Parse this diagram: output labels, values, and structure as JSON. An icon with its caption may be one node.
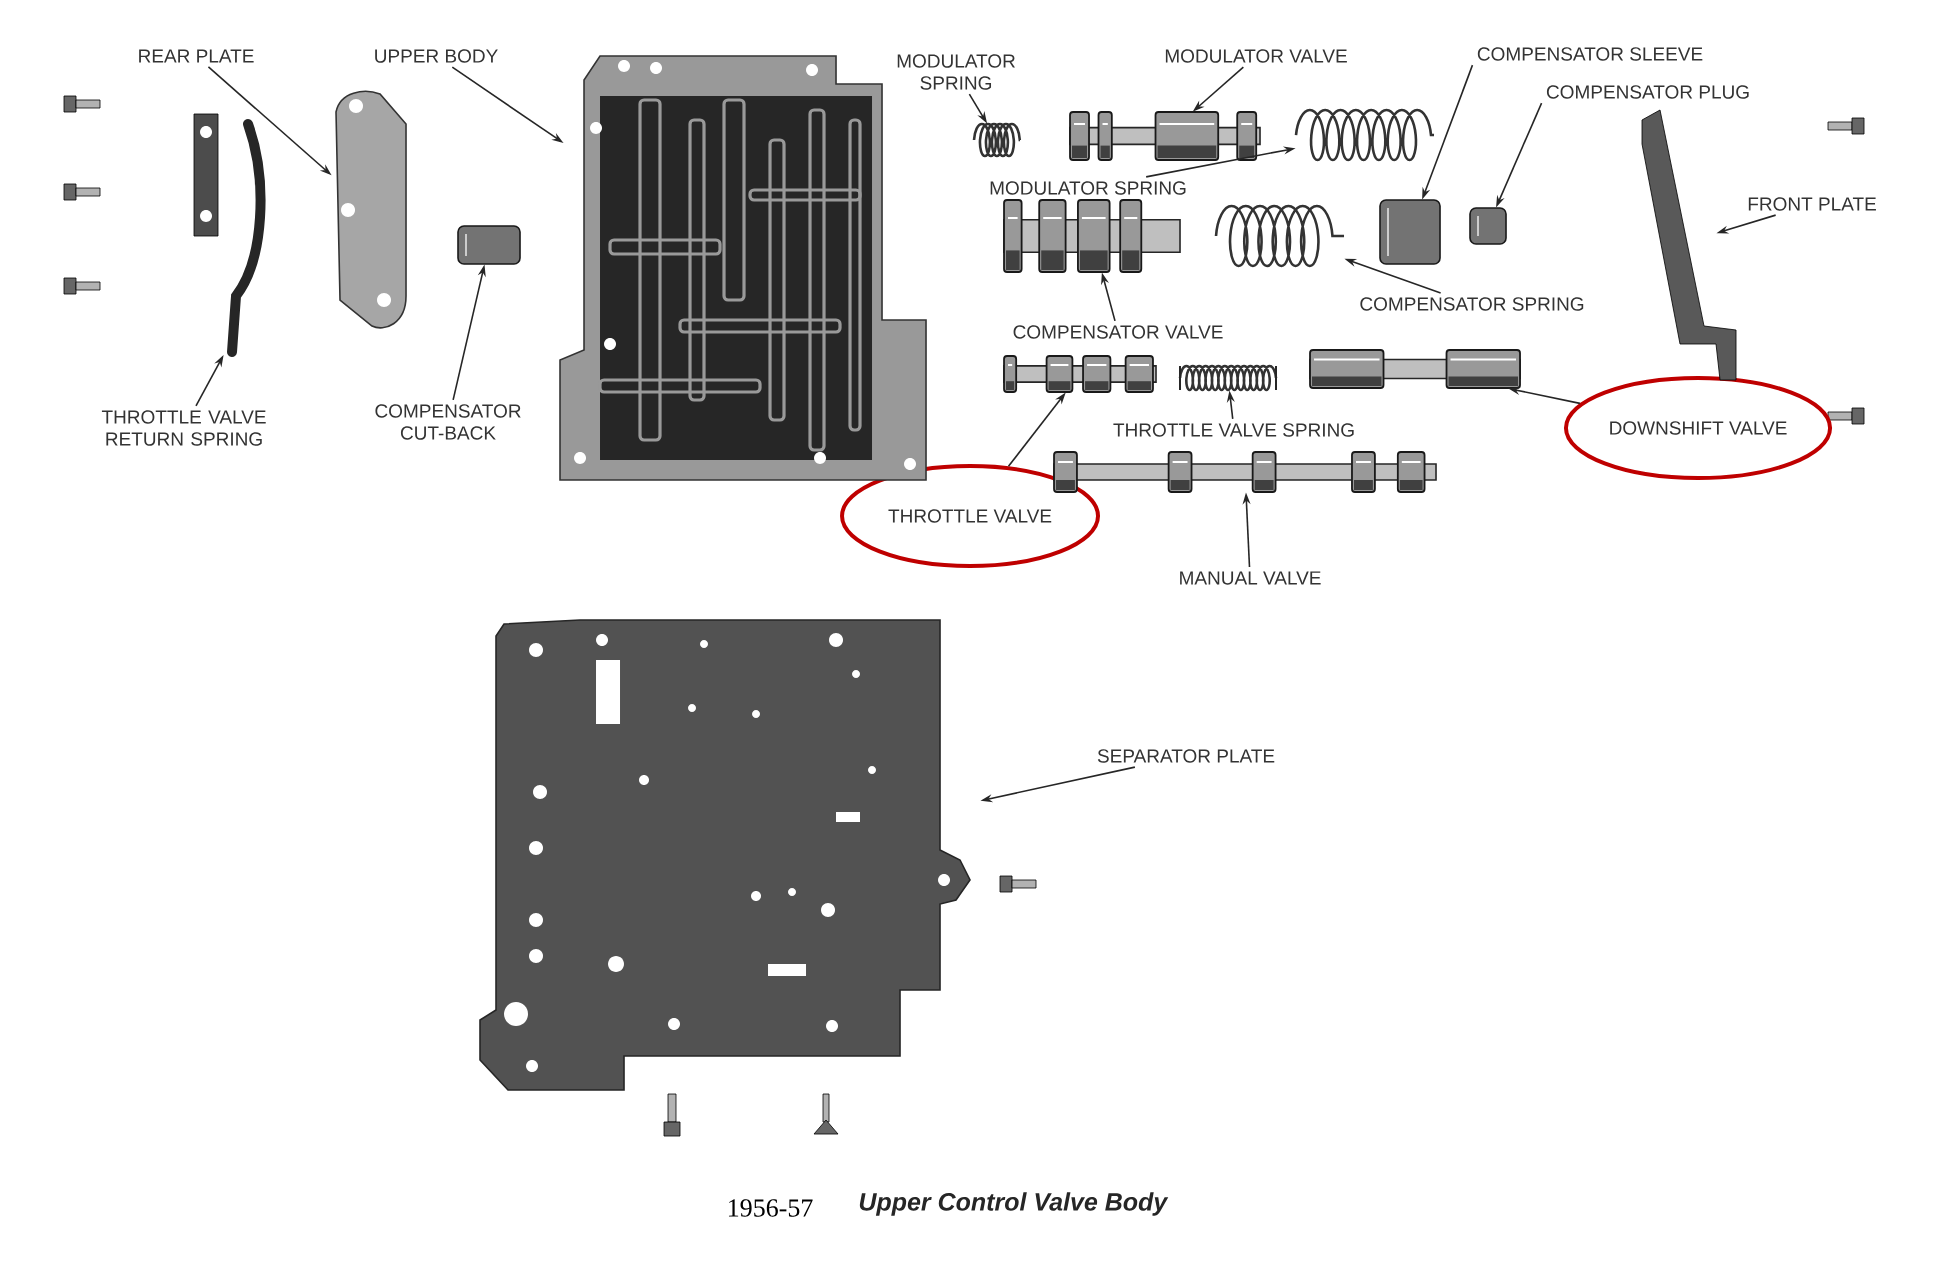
{
  "diagram": {
    "caption": "Upper Control Valve Body",
    "nodes": [
      {
        "text": [
          "REAR PLATE"
        ]
      },
      {
        "text": [
          "UPPER BODY"
        ]
      },
      {
        "text": [
          "MODULATOR VALVE"
        ]
      },
      {
        "text": [
          "COMPENSATOR SLEEVE"
        ]
      },
      {
        "text": [
          "MODULATOR SPRING"
        ]
      },
      {
        "text": [
          "COMPENSATOR PLUG"
        ]
      },
      {
        "text": [
          "MODULATOR SPRING"
        ]
      },
      {
        "text": [
          "FRONT PLATE"
        ]
      },
      {
        "text": [
          "COMPENSATOR SPRING"
        ]
      },
      {
        "text": [
          "COMPENSATOR VALVE"
        ]
      },
      {
        "text": [
          "COMPENSATOR CUT-BACK"
        ]
      },
      {
        "text": [
          "THROTTLE VALVE RETURN SPRING"
        ]
      },
      {
        "text": [
          "THROTTLE VALVE SPRING"
        ]
      },
      {
        "text": [
          "DOWNSHIFT VALVE"
        ]
      },
      {
        "text": [
          "THROTTLE VALVE"
        ]
      },
      {
        "text": [
          "MANUAL VALVE"
        ]
      },
      {
        "text": [
          "SEPARATOR PLATE"
        ]
      },
      {
        "text": [],
        "shape": "picture"
      },
      {
        "text": [],
        "shape": "picture"
      },
      {
        "text": [],
        "shape": "picture"
      },
      {
        "text": [],
        "shape": "picture"
      },
      {
        "text": [],
        "shape": "picture"
      },
      {
        "text": [],
        "shape": "picture"
      },
      {
        "text": [],
        "shape": "picture"
      },
      {
        "text": [],
        "shape": "picture"
      },
      {
        "text": [],
        "shape": "picture"
      },
      {
        "text": [],
        "shape": "picture"
      },
      {
        "text": [],
        "shape": "picture"
      },
      {
        "text": [],
        "shape": "picture"
      },
      {
        "text": [],
        "shape": "picture"
      },
      {
        "text": [],
        "shape": "picture"
      },
      {
        "text": [],
        "shape": "picture"
      },
      {
        "text": [],
        "shape": "picture"
      },
      {
        "text": [],
        "shape": "picture"
      }
    ],
    "edges": [
      {
        "from": 0,
        "to": 18,
        "arrow": "to"
      },
      {
        "from": 1,
        "to": 20,
        "arrow": "to"
      },
      {
        "from": 2,
        "to": 25,
        "arrow": "to"
      },
      {
        "from": 3,
        "to": 30,
        "arrow": "to"
      },
      {
        "from": 4,
        "to": 21,
        "arrow": "to"
      },
      {
        "from": 5,
        "to": 31,
        "arrow": "to"
      },
      {
        "from": 6,
        "to": 28,
        "arrow": "to"
      },
      {
        "from": 7,
        "to": 32,
        "arrow": "to"
      },
      {
        "from": 8,
        "to": 27,
        "arrow": "to"
      },
      {
        "from": 9,
        "to": 22,
        "arrow": "to"
      },
      {
        "from": 10,
        "to": 19,
        "arrow": "to"
      },
      {
        "from": 11,
        "to": 17,
        "arrow": "to"
      },
      {
        "from": 12,
        "to": 26,
        "arrow": "to"
      },
      {
        "from": 13,
        "to": 29,
        "arrow": "to"
      },
      {
        "from": 14,
        "to": 23,
        "arrow": "to"
      },
      {
        "from": 15,
        "to": 24,
        "arrow": "to"
      },
      {
        "from": 16,
        "to": 33,
        "arrow": "to"
      }
    ],
    "labels": [
      "1956-57"
    ]
  }
}
